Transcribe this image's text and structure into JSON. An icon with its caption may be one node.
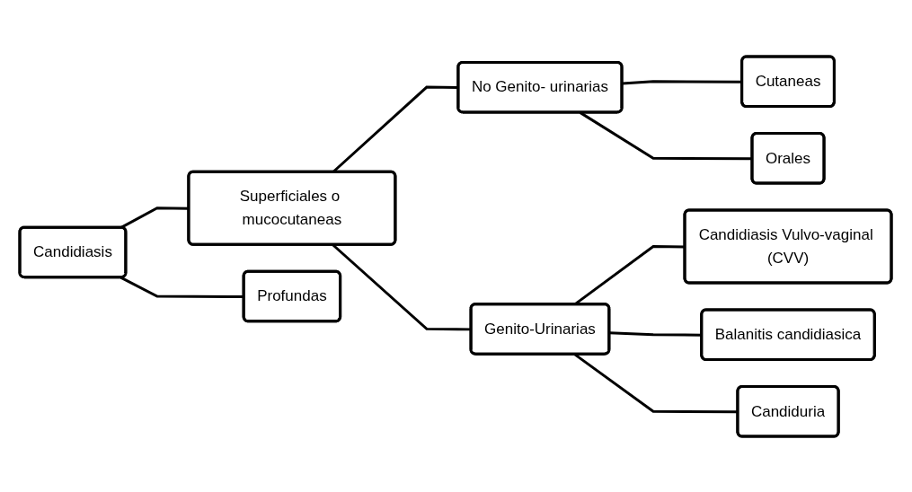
{
  "diagram": {
    "nodes": [
      {
        "text": [
          "Candidiasis"
        ]
      },
      {
        "text": [
          "Superficiales o mucocutaneas"
        ]
      },
      {
        "text": [
          "Profundas"
        ]
      },
      {
        "text": [
          "No Genito- urinarias"
        ]
      },
      {
        "text": [
          "Genito-Urinarias"
        ]
      },
      {
        "text": [
          "Cutaneas"
        ]
      },
      {
        "text": [
          "Orales"
        ]
      },
      {
        "text": [
          "Candidiasis Vulvo-vaginal (CVV)"
        ]
      },
      {
        "text": [
          "Balanitis candidiasica"
        ]
      },
      {
        "text": [
          "Candiduria"
        ]
      }
    ],
    "edges": [
      {
        "from": 0,
        "to": 1,
        "arrow": "none"
      },
      {
        "from": 0,
        "to": 2,
        "arrow": "none"
      },
      {
        "from": 1,
        "to": 3,
        "arrow": "none"
      },
      {
        "from": 1,
        "to": 4,
        "arrow": "none"
      },
      {
        "from": 3,
        "to": 5,
        "arrow": "none"
      },
      {
        "from": 3,
        "to": 6,
        "arrow": "none"
      },
      {
        "from": 4,
        "to": 7,
        "arrow": "none"
      },
      {
        "from": 4,
        "to": 8,
        "arrow": "none"
      },
      {
        "from": 4,
        "to": 9,
        "arrow": "none"
      }
    ]
  }
}
